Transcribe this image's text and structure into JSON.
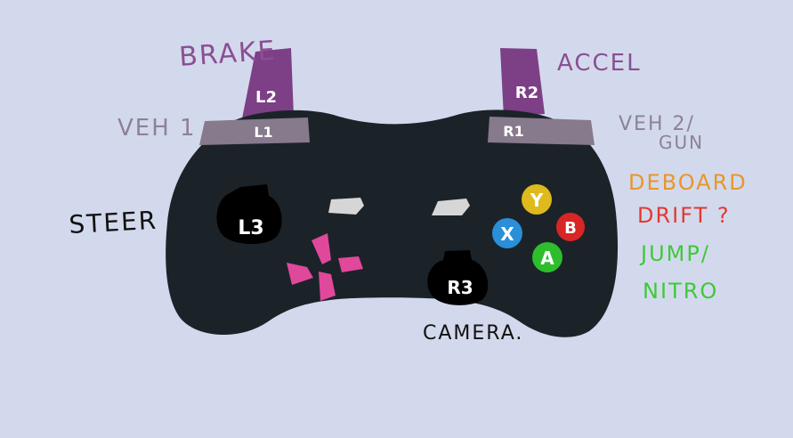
{
  "labels": {
    "brake": "BRAKE",
    "accel": "ACCEL",
    "veh1": "VEH 1",
    "veh2_gun_line1": "VEH 2/",
    "veh2_gun_line2": "GUN",
    "steer": "STEER",
    "camera": "CAMERA.",
    "deboard": "DEBOARD",
    "drift": "DRIFT ?",
    "jump_nitro_line1": "JUMP/",
    "jump_nitro_line2": "NITRO"
  },
  "buttons": {
    "l2": "L2",
    "r2": "R2",
    "l1": "L1",
    "r1": "R1",
    "l3": "L3",
    "r3": "R3",
    "y": "Y",
    "x": "X",
    "b": "B",
    "a": "A"
  },
  "colors": {
    "background": "#d3d9ec",
    "controller_body": "#1b2329",
    "trigger": "#7d3f86",
    "bumper": "#877a8c",
    "brake_accel_text": "#8a4f93",
    "veh_text": "#8d8196",
    "dpad": "#e0489b",
    "y": "#e0b91c",
    "x": "#2a8fd8",
    "b": "#d82525",
    "a": "#2dbd2d",
    "deboard": "#e8962c",
    "drift": "#e03a32",
    "jump_nitro": "#3ec93a",
    "ink": "#111111"
  }
}
